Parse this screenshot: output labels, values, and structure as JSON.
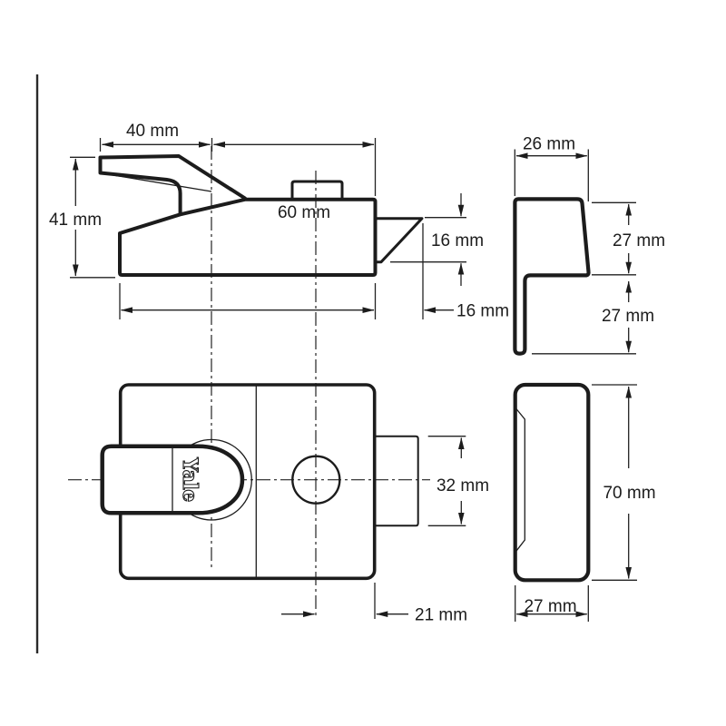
{
  "drawing": {
    "side_view": {
      "backset": "40 mm",
      "case_length": "60 mm",
      "case_height": "41 mm",
      "bolt_height": "16 mm",
      "bolt_projection": "16 mm"
    },
    "end_view": {
      "case_width": "26 mm",
      "upper_depth": "27 mm",
      "lower_depth": "27 mm"
    },
    "front_view": {
      "logo": "Yale",
      "latch_case_height": "32 mm",
      "centre_to_edge": "21 mm"
    },
    "profile_view": {
      "case_height": "70 mm",
      "case_depth": "27 mm"
    }
  }
}
